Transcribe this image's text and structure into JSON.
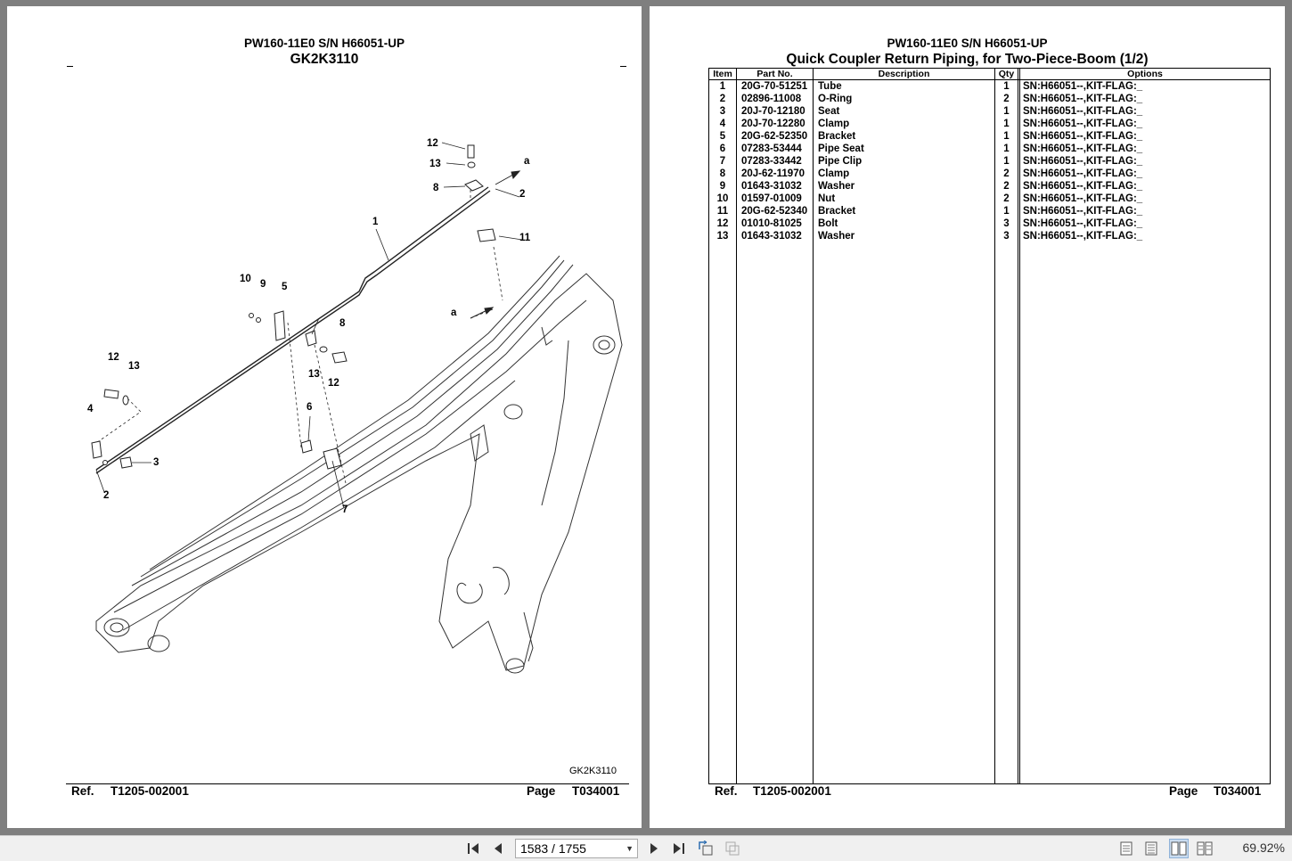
{
  "left_page": {
    "model": "PW160-11E0 S/N H66051-UP",
    "code": "GK2K3110",
    "figure_id": "GK2K3110",
    "callouts": [
      "12",
      "13",
      "a",
      "8",
      "2",
      "1",
      "11",
      "10",
      "9",
      "5",
      "a",
      "8",
      "13",
      "12",
      "12",
      "13",
      "4",
      "6",
      "3",
      "2",
      "7"
    ],
    "footer": {
      "ref_label": "Ref.",
      "ref_value": "T1205-002001",
      "page_label": "Page",
      "page_value": "T034001"
    }
  },
  "right_page": {
    "model": "PW160-11E0 S/N H66051-UP",
    "title": "Quick Coupler Return Piping, for Two-Piece-Boom (1/2)",
    "columns": [
      "Item",
      "Part No.",
      "Description",
      "Qty",
      "Options"
    ],
    "rows": [
      {
        "item": "1",
        "part": "20G-70-51251",
        "desc": "Tube",
        "qty": "1",
        "opt": "SN:H66051--,KIT-FLAG:_"
      },
      {
        "item": "2",
        "part": "02896-11008",
        "desc": "O-Ring",
        "qty": "2",
        "opt": "SN:H66051--,KIT-FLAG:_"
      },
      {
        "item": "3",
        "part": "20J-70-12180",
        "desc": "Seat",
        "qty": "1",
        "opt": "SN:H66051--,KIT-FLAG:_"
      },
      {
        "item": "4",
        "part": "20J-70-12280",
        "desc": "Clamp",
        "qty": "1",
        "opt": "SN:H66051--,KIT-FLAG:_"
      },
      {
        "item": "5",
        "part": "20G-62-52350",
        "desc": "Bracket",
        "qty": "1",
        "opt": "SN:H66051--,KIT-FLAG:_"
      },
      {
        "item": "6",
        "part": "07283-53444",
        "desc": "Pipe Seat",
        "qty": "1",
        "opt": "SN:H66051--,KIT-FLAG:_"
      },
      {
        "item": "7",
        "part": "07283-33442",
        "desc": "Pipe Clip",
        "qty": "1",
        "opt": "SN:H66051--,KIT-FLAG:_"
      },
      {
        "item": "8",
        "part": "20J-62-11970",
        "desc": "Clamp",
        "qty": "2",
        "opt": "SN:H66051--,KIT-FLAG:_"
      },
      {
        "item": "9",
        "part": "01643-31032",
        "desc": "Washer",
        "qty": "2",
        "opt": "SN:H66051--,KIT-FLAG:_"
      },
      {
        "item": "10",
        "part": "01597-01009",
        "desc": "Nut",
        "qty": "2",
        "opt": "SN:H66051--,KIT-FLAG:_"
      },
      {
        "item": "11",
        "part": "20G-62-52340",
        "desc": "Bracket",
        "qty": "1",
        "opt": "SN:H66051--,KIT-FLAG:_"
      },
      {
        "item": "12",
        "part": "01010-81025",
        "desc": "Bolt",
        "qty": "3",
        "opt": "SN:H66051--,KIT-FLAG:_"
      },
      {
        "item": "13",
        "part": "01643-31032",
        "desc": "Washer",
        "qty": "3",
        "opt": "SN:H66051--,KIT-FLAG:_"
      }
    ],
    "footer": {
      "ref_label": "Ref.",
      "ref_value": "T1205-002001",
      "page_label": "Page",
      "page_value": "T034001"
    }
  },
  "toolbar": {
    "page_indicator": "1583 / 1755",
    "zoom": "69.92%",
    "icons": [
      "first-page-icon",
      "previous-page-icon",
      "next-page-icon",
      "last-page-icon",
      "previous-view-icon",
      "next-view-icon",
      "single-page-view-icon",
      "continuous-view-icon",
      "facing-view-icon",
      "continuous-facing-view-icon"
    ]
  }
}
